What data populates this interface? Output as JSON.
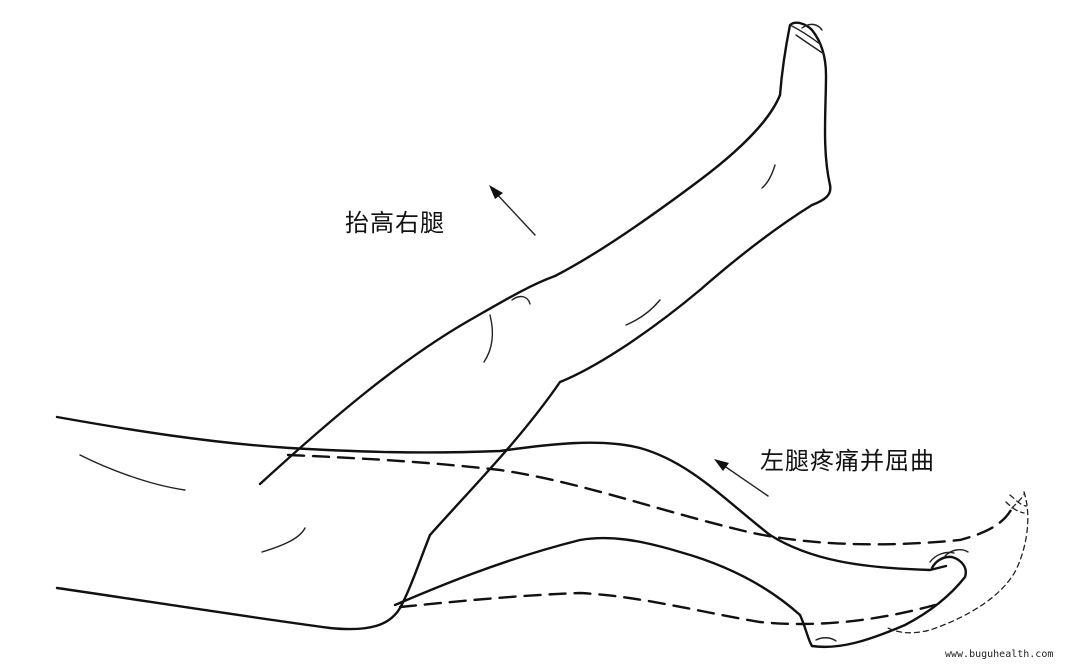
{
  "labels": {
    "raise_right_leg": "抬高右腿",
    "left_leg_pain_bend": "左腿疼痛并屈曲"
  },
  "watermark": "www.buguhealth.com",
  "colors": {
    "ink": "#111111",
    "background": "#ffffff"
  }
}
